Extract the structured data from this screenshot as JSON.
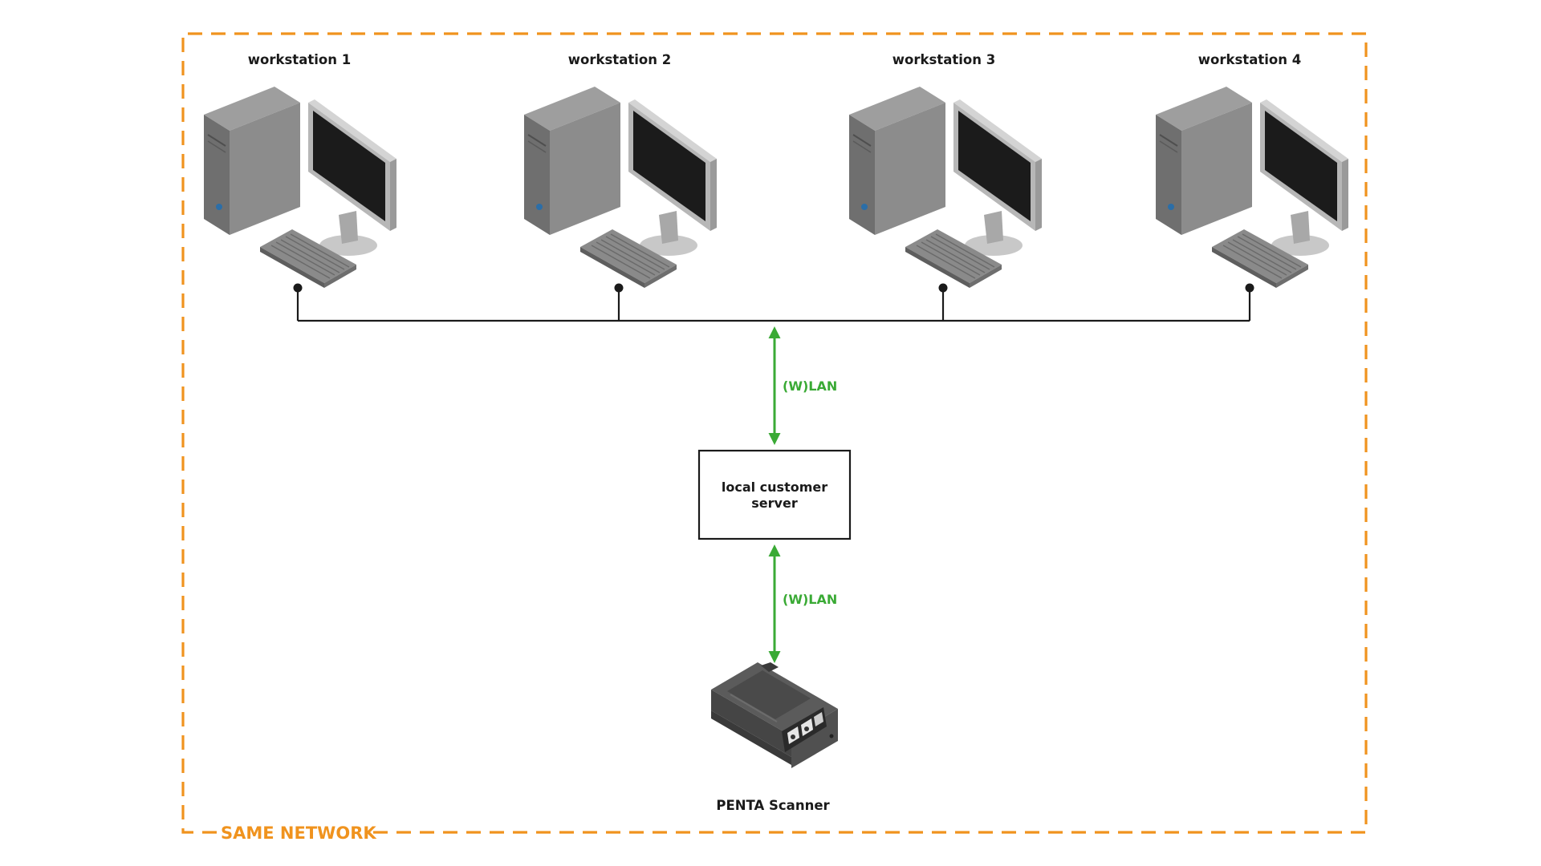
{
  "workstations": [
    {
      "label": "workstation 1"
    },
    {
      "label": "workstation 2"
    },
    {
      "label": "workstation 3"
    },
    {
      "label": "workstation 4"
    }
  ],
  "links": {
    "upper_label": "(W)LAN",
    "lower_label": "(W)LAN"
  },
  "server": {
    "line1": "local customer",
    "line2": "server"
  },
  "scanner": {
    "label": "PENTA Scanner"
  },
  "network": {
    "label": "SAME NETWORK"
  },
  "colors": {
    "network_border": "#f0931e",
    "link_arrow": "#3aaa35",
    "bus_line": "#1a1a1a"
  },
  "icons": {
    "workstation": "desktop-computer-icon",
    "scanner": "scanner-icon"
  }
}
